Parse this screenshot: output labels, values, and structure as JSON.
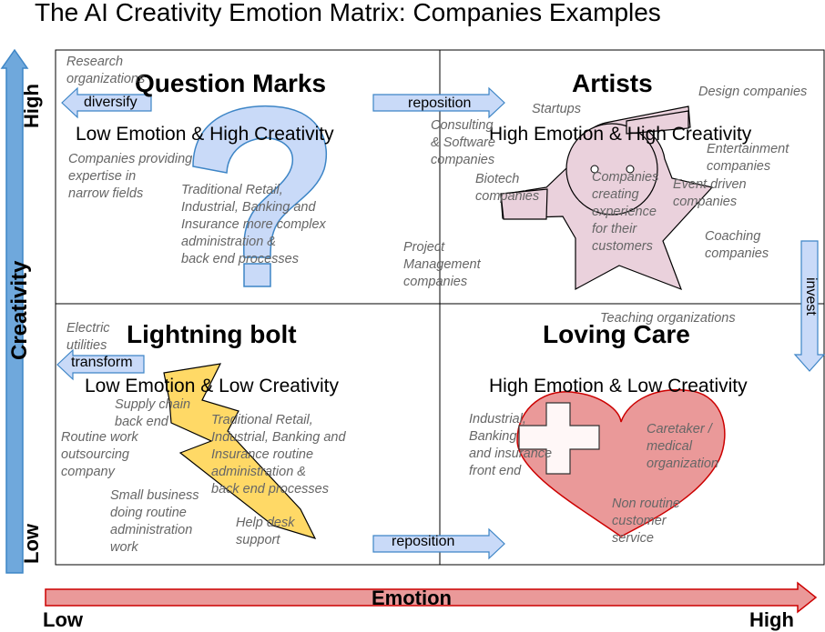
{
  "title": "The AI Creativity Emotion Matrix: Companies Examples",
  "axes": {
    "y_label": "Creativity",
    "y_high": "High",
    "y_low": "Low",
    "x_label": "Emotion",
    "x_low": "Low",
    "x_high": "High"
  },
  "quadrants": {
    "question_marks": {
      "title": "Question Marks",
      "subtitle": "Low Emotion & High Creativity",
      "arrow": "diversify",
      "examples": [
        "Research\norganizations",
        "Companies providing\nexpertise in\nnarrow fields",
        "Traditional Retail,\nIndustrial, Banking and\nInsurance more complex\nadministration &\nback end processes",
        "Project\nManagement\ncompanies"
      ]
    },
    "artists": {
      "title": "Artists",
      "subtitle": "High Emotion & High Creativity",
      "arrow_reposition": "reposition",
      "arrow_invest": "invest",
      "examples": [
        "Startups",
        "Design companies",
        "Consulting\n& Software\ncompanies",
        "Entertainment\ncompanies",
        "Biotech\ncompanies",
        "Companies\ncreating\nexperience\nfor their\ncustomers",
        "Event driven\ncompanies",
        "Coaching\ncompanies"
      ]
    },
    "lightning_bolt": {
      "title": "Lightning bolt",
      "subtitle": "Low Emotion & Low Creativity",
      "arrow": "transform",
      "examples": [
        "Electric\nutilities",
        "Supply chain\nback end",
        "Routine work\noutsourcing\ncompany",
        "Traditional Retail,\nIndustrial, Banking and\nInsurance routine\nadministration &\nback end processes",
        "Small business\ndoing routine\nadministration\nwork",
        "Help desk\nsupport"
      ]
    },
    "loving_care": {
      "title": "Loving Care",
      "subtitle": "High Emotion & Low Creativity",
      "arrow_reposition": "reposition",
      "examples": [
        "Teaching organizations",
        "Industrial,\nBanking\nand insurance\nfront end",
        "Caretaker /\nmedical\norganization",
        "Non routine\ncustomer\nservice"
      ]
    }
  },
  "colors": {
    "blue_arrow": "#c9daf8",
    "blue_arrow_dark": "#3d85c6",
    "red_arrow": "#ea9999",
    "heart": "#ea9999",
    "star": "#ead1dc",
    "bolt": "#ffd966"
  },
  "icons": [
    "question-mark-icon",
    "star-figure-icon",
    "lightning-bolt-icon",
    "heart-icon",
    "medical-cross-icon"
  ]
}
